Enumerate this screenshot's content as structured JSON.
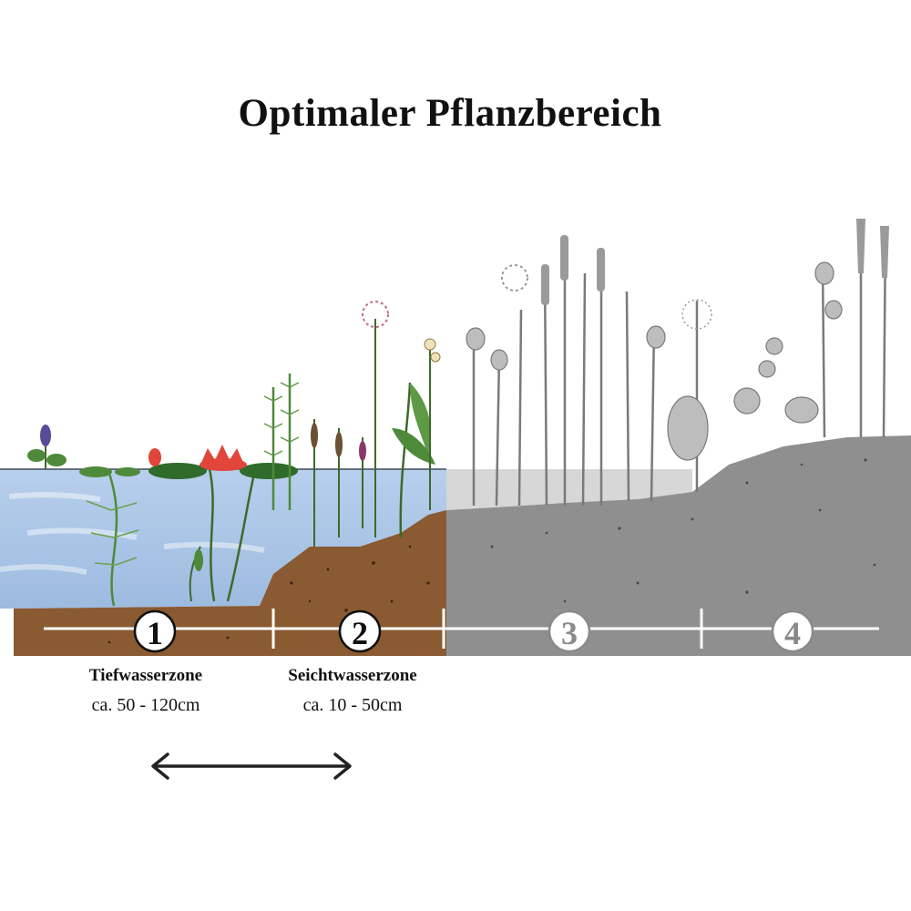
{
  "title": "Optimaler Pflanzbereich",
  "zones": [
    {
      "number": "1",
      "name": "Tiefwasserzone",
      "depth": "ca. 50 - 120cm"
    },
    {
      "number": "2",
      "name": "Seichtwasserzone",
      "depth": "ca. 10 - 50cm"
    },
    {
      "number": "3"
    },
    {
      "number": "4"
    }
  ],
  "colors": {
    "water": "#a9c4e4",
    "soil": "#8a5a32",
    "grey_soil": "#8f8f8f",
    "plant_green": "#4f8a3a",
    "lily_red": "#e2453a"
  }
}
